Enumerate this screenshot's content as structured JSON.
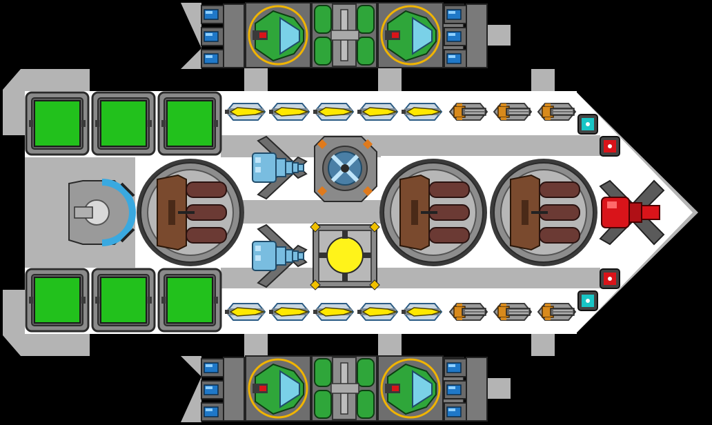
{
  "ship": {
    "palette": {
      "space": "#000000",
      "hull": "#b4b4b4",
      "deck": "#ffffff",
      "module_frame": "#7a7a7a",
      "reactor_green": "#22c11c",
      "engine_blue": "#3aa9e0",
      "missile_yellow": "#ffe800",
      "laser_orange": "#d88a1c",
      "torpedo_brown": "#7a4a2e",
      "teleporter_cyan": "#19c6c6",
      "indicator_red": "#d9141a",
      "shield_gold": "#f0b400",
      "sensor_yellow": "#fff31a"
    },
    "modules": {
      "power_cells": 6,
      "thruster_pods": 4,
      "missile_launchers": 10,
      "laser_turrets": 6,
      "torpedo_bays": 3,
      "ion_cannons": 2,
      "shield_generator": 1,
      "sensor_core": 1,
      "cockpit": 1,
      "plasma_cannon": 1,
      "teleporter_pads": 2,
      "warning_beacons": 2
    },
    "icons": [
      "power-cell-icon",
      "thruster-pod-icon",
      "missile-launcher-icon",
      "laser-turret-icon",
      "torpedo-bay-icon",
      "ion-cannon-icon",
      "shield-generator-icon",
      "sensor-core-icon",
      "cockpit-icon",
      "plasma-cannon-icon",
      "teleporter-icon",
      "warning-beacon-icon"
    ]
  }
}
